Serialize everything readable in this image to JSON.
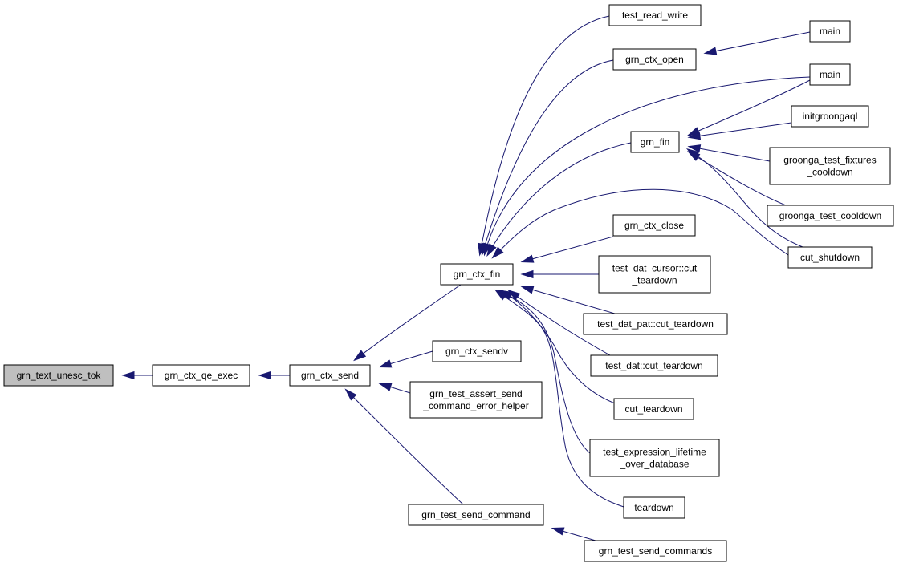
{
  "graph": {
    "focus_node": "grn_text_unesc_tok",
    "edge_color": "#191970",
    "focus_fill": "#bfbfbf",
    "nodes": {
      "grn_text_unesc_tok": [
        "grn_text_unesc_tok"
      ],
      "grn_ctx_qe_exec": [
        "grn_ctx_qe_exec"
      ],
      "grn_ctx_send": [
        "grn_ctx_send"
      ],
      "grn_ctx_fin": [
        "grn_ctx_fin"
      ],
      "grn_ctx_sendv": [
        "grn_ctx_sendv"
      ],
      "grn_test_assert_send_command_error_helper": [
        "grn_test_assert_send",
        "_command_error_helper"
      ],
      "grn_test_send_command": [
        "grn_test_send_command"
      ],
      "grn_test_send_commands": [
        "grn_test_send_commands"
      ],
      "test_read_write": [
        "test_read_write"
      ],
      "grn_ctx_open": [
        "grn_ctx_open"
      ],
      "main_1": [
        "main"
      ],
      "main_2": [
        "main"
      ],
      "grn_fin": [
        "grn_fin"
      ],
      "initgroongaql": [
        "initgroongaql"
      ],
      "groonga_test_fixtures_cooldown": [
        "groonga_test_fixtures",
        "_cooldown"
      ],
      "groonga_test_cooldown": [
        "groonga_test_cooldown"
      ],
      "cut_shutdown": [
        "cut_shutdown"
      ],
      "grn_ctx_close": [
        "grn_ctx_close"
      ],
      "test_dat_cursor_cut_teardown": [
        "test_dat_cursor::cut",
        "_teardown"
      ],
      "test_dat_pat_cut_teardown": [
        "test_dat_pat::cut_teardown"
      ],
      "test_dat_cut_teardown": [
        "test_dat::cut_teardown"
      ],
      "cut_teardown": [
        "cut_teardown"
      ],
      "test_expression_lifetime_over_database": [
        "test_expression_lifetime",
        "_over_database"
      ],
      "teardown": [
        "teardown"
      ]
    },
    "edges": [
      [
        "grn_ctx_qe_exec",
        "grn_text_unesc_tok"
      ],
      [
        "grn_ctx_send",
        "grn_ctx_qe_exec"
      ],
      [
        "grn_ctx_fin",
        "grn_ctx_send"
      ],
      [
        "grn_ctx_sendv",
        "grn_ctx_send"
      ],
      [
        "grn_test_assert_send_command_error_helper",
        "grn_ctx_send"
      ],
      [
        "grn_test_send_command",
        "grn_ctx_send"
      ],
      [
        "grn_test_send_commands",
        "grn_test_send_command"
      ],
      [
        "test_read_write",
        "grn_ctx_fin"
      ],
      [
        "grn_ctx_open",
        "grn_ctx_fin"
      ],
      [
        "main_1",
        "grn_ctx_open"
      ],
      [
        "main_2",
        "grn_ctx_fin"
      ],
      [
        "grn_fin",
        "grn_ctx_fin"
      ],
      [
        "main_2",
        "grn_fin"
      ],
      [
        "initgroongaql",
        "grn_fin"
      ],
      [
        "groonga_test_fixtures_cooldown",
        "grn_fin"
      ],
      [
        "groonga_test_cooldown",
        "grn_fin"
      ],
      [
        "cut_shutdown",
        "grn_fin"
      ],
      [
        "cut_shutdown",
        "grn_ctx_fin"
      ],
      [
        "grn_ctx_close",
        "grn_ctx_fin"
      ],
      [
        "test_dat_cursor_cut_teardown",
        "grn_ctx_fin"
      ],
      [
        "test_dat_pat_cut_teardown",
        "grn_ctx_fin"
      ],
      [
        "test_dat_cut_teardown",
        "grn_ctx_fin"
      ],
      [
        "cut_teardown",
        "grn_ctx_fin"
      ],
      [
        "test_expression_lifetime_over_database",
        "grn_ctx_fin"
      ],
      [
        "teardown",
        "grn_ctx_fin"
      ]
    ]
  }
}
